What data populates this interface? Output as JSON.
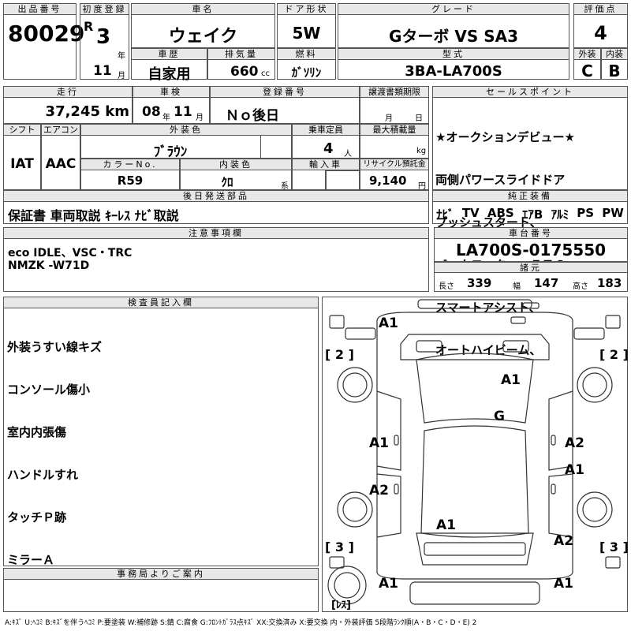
{
  "header": {
    "lot_label": "出品番号",
    "lot_value": "80029",
    "first_reg_label": "初度登録",
    "first_reg_era": "R",
    "first_reg_year": "3",
    "year_unit": "年",
    "first_reg_month": "11",
    "month_unit": "月",
    "car_name_label": "車名",
    "car_name_value": "ウェイク",
    "door_label": "ドア形状",
    "door_value": "5W",
    "grade_label": "グレード",
    "grade_value": "Gターボ VS SA3",
    "score_label": "評価点",
    "score_value": "4",
    "history_label": "車歴",
    "history_value": "自家用",
    "displacement_label": "排気量",
    "displacement_value": "660",
    "displacement_unit": "cc",
    "fuel_label": "燃料",
    "fuel_value": "ｶﾞｿﾘﾝ",
    "model_label": "型式",
    "model_value": "3BA-LA700S",
    "exterior_label": "外装",
    "exterior_value": "C",
    "interior_label": "内装",
    "interior_value": "B"
  },
  "row2": {
    "mileage_label": "走行",
    "mileage_value": "37,245 km",
    "inspection_label": "車検",
    "inspection_year": "08",
    "inspection_year_unit": "年",
    "inspection_month": "11",
    "inspection_month_unit": "月",
    "reg_number_label": "登録番号",
    "reg_number_value": "Ｎｏ後日",
    "transfer_label": "譲渡書類期限",
    "transfer_month_unit": "月",
    "transfer_day_unit": "日",
    "shift_label": "シフト",
    "shift_value": "IAT",
    "aircon_label": "エアコン",
    "aircon_value": "AAC",
    "ext_color_label": "外装色",
    "ext_color_value": "ﾌﾞﾗｳﾝ",
    "capacity_label": "乗車定員",
    "capacity_value": "4",
    "capacity_unit": "人",
    "max_load_label": "最大積載量",
    "max_load_unit": "kg",
    "color_no_label": "カラーNo.",
    "color_no_value": "R59",
    "int_color_label": "内装色",
    "int_color_value": "ｸﾛ",
    "int_color_unit": "系",
    "import_label": "輸入車",
    "recycle_label": "リサイクル預託金",
    "recycle_value": "9,140",
    "recycle_unit": "円",
    "parts_label": "後日発送部品",
    "parts_value": "保証書 車両取説 ｷｰﾚｽ ﾅﾋﾞ取説"
  },
  "selling_points": {
    "label": "セールスポイント",
    "lines": [
      "★オークションデビュー★",
      "両側パワースライドドア",
      "プッシュスタート、",
      "バックモニター・ＥＴＣ、",
      "スマートアシスト、",
      "オートハイビーム、"
    ]
  },
  "equipment": {
    "label": "純正装備",
    "items": [
      "ﾅﾋﾞ",
      "TV",
      "ABS",
      "ｴｱB",
      "ｱﾙﾐ",
      "PS",
      "PW"
    ]
  },
  "notes": {
    "label": "注意事項欄",
    "line1": "eco IDLE、VSC・TRC",
    "line2": "NMZK -W71D"
  },
  "chassis": {
    "label": "車台番号",
    "value": "LA700S-0175550",
    "specs_label": "諸元",
    "length_label": "長さ",
    "length_value": "339",
    "width_label": "幅",
    "width_value": "147",
    "height_label": "高さ",
    "height_value": "183"
  },
  "inspector": {
    "label": "検査員記入欄",
    "lines": [
      "外装うすい線キズ",
      "コンソール傷小",
      "室内内張傷",
      "ハンドルすれ",
      "タッチＰ跡",
      "ミラーＡ"
    ]
  },
  "office": {
    "label": "事務局よりご案内"
  },
  "diagram": {
    "labels": {
      "front_left_corner": "A1",
      "hood": "A1",
      "roof": "G",
      "left_front_door": "A1",
      "right_front_door": "A2",
      "right_rear_door": "A1",
      "left_rear_door": "A2",
      "back_door": "A1",
      "rear_right_corner": "A2",
      "bumper_left": "A1",
      "bumper_right": "A1"
    },
    "tires": {
      "front_left": "[ 2 ]",
      "front_right": "[ 2 ]",
      "rear_left": "[ 3 ]",
      "rear_right": "[ 3 ]",
      "spare": "[ﾚｽ]"
    }
  },
  "footer": {
    "legend": "A:ｷｽﾞ U:ﾍｺﾐ B:ｷｽﾞを伴うﾍｺﾐ P:要塗装 W:補修跡 S:錆 C:腐食 G:ﾌﾛﾝﾄｶﾞﾗｽ点ｷｽﾞ XX:交換済み X:要交換 内・外装評価 5段階ﾗﾝｸ順(A・B・C・D・E) 2"
  }
}
